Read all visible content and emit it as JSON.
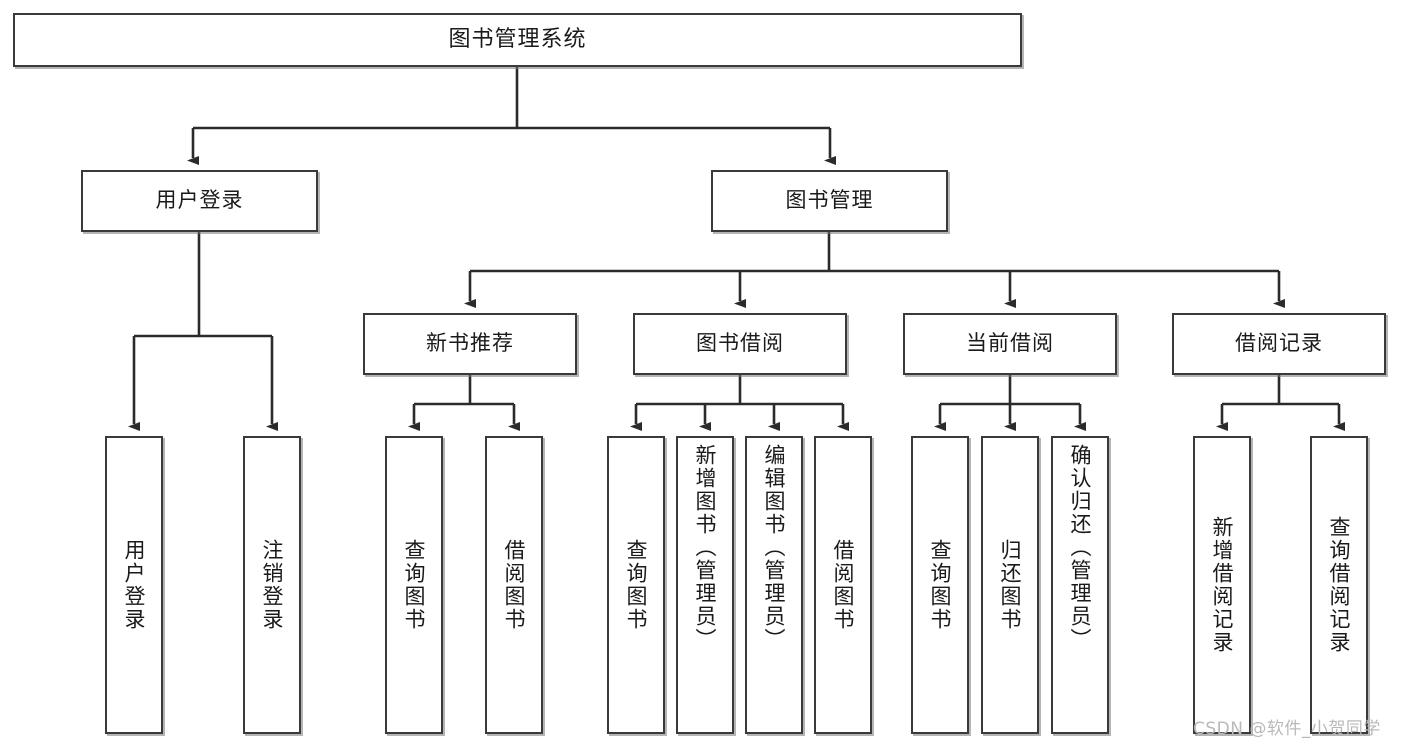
{
  "diagram": {
    "type": "tree",
    "title": "图书管理系统",
    "colors": {
      "background": "#ffffff",
      "box_border": "#3a3a3a",
      "box_fill": "#ffffff",
      "edge": "#2b2b2b",
      "text": "#1a1a1a",
      "watermark": "#b9b9b9"
    },
    "root": {
      "label": "图书管理系统"
    },
    "level2": [
      {
        "label": "用户登录"
      },
      {
        "label": "图书管理"
      }
    ],
    "level3": [
      {
        "label": "新书推荐"
      },
      {
        "label": "图书借阅"
      },
      {
        "label": "当前借阅"
      },
      {
        "label": "借阅记录"
      }
    ],
    "leaves": {
      "user_login": [
        {
          "label": "用户登录"
        },
        {
          "label": "注销登录"
        }
      ],
      "new_book_recommend": [
        {
          "label": "查询图书"
        },
        {
          "label": "借阅图书"
        }
      ],
      "book_borrow": [
        {
          "label": "查询图书"
        },
        {
          "label": "新增图书（管理员）"
        },
        {
          "label": "编辑图书（管理员）"
        },
        {
          "label": "借阅图书"
        }
      ],
      "current_borrow": [
        {
          "label": "查询图书"
        },
        {
          "label": "归还图书"
        },
        {
          "label": "确认归还（管理员）"
        }
      ],
      "borrow_record": [
        {
          "label": "新增借阅记录"
        },
        {
          "label": "查询借阅记录"
        }
      ]
    },
    "watermark": "CSDN @软件_小贺同学"
  }
}
